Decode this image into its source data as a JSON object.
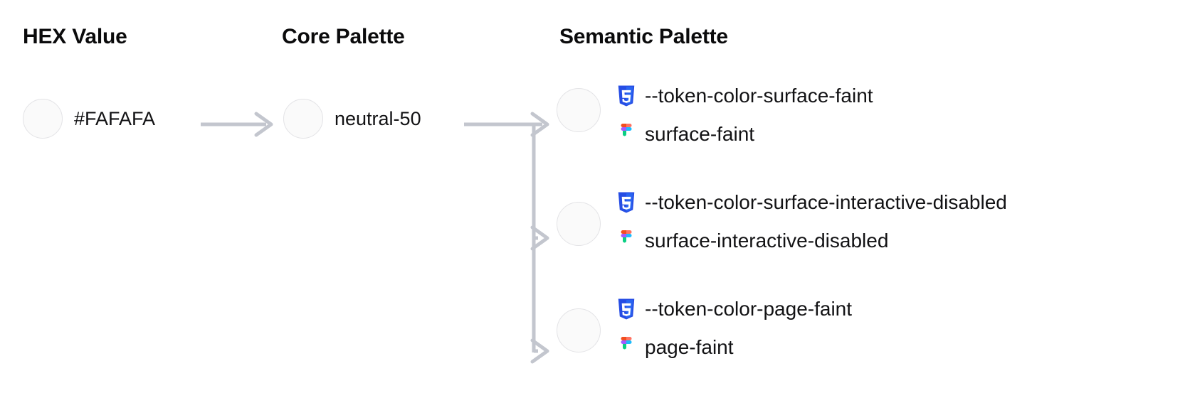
{
  "columns": {
    "hex": {
      "heading": "HEX Value"
    },
    "core": {
      "heading": "Core Palette"
    },
    "semantic": {
      "heading": "Semantic Palette"
    }
  },
  "hex": {
    "swatch_color": "#FAFAFA",
    "value": "#FAFAFA"
  },
  "core": {
    "swatch_color": "#FAFAFA",
    "value": "neutral-50"
  },
  "semantic": {
    "rows": [
      {
        "swatch_color": "#FAFAFA",
        "css_icon": "css3-icon",
        "css_token": "--token-color-surface-faint",
        "figma_icon": "figma-icon",
        "figma_token": "surface-faint"
      },
      {
        "swatch_color": "#FAFAFA",
        "css_icon": "css3-icon",
        "css_token": "--token-color-surface-interactive-disabled",
        "figma_icon": "figma-icon",
        "figma_token": "surface-interactive-disabled"
      },
      {
        "swatch_color": "#FAFAFA",
        "css_icon": "css3-icon",
        "css_token": "--token-color-page-faint",
        "figma_icon": "figma-icon",
        "figma_token": "page-faint"
      }
    ]
  },
  "connectors": {
    "line_color": "#C3C6CE",
    "arrow_icon": "arrow-right-icon",
    "count": 4
  },
  "theme": {
    "background": "#FFFFFF",
    "heading_color": "#0B0B0C",
    "text_color": "#121214",
    "swatch_border": "#E3E3E6",
    "css_brand": "#2965F1",
    "figma_orange": "#F24E1E",
    "figma_pink": "#FF7262",
    "figma_purple": "#A259FF",
    "figma_blue": "#1ABCFE",
    "figma_green": "#0ACF83"
  }
}
